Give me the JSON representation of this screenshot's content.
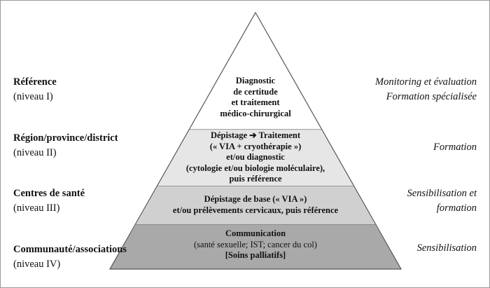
{
  "levels": [
    {
      "title": "Référence",
      "sub": "(niveau I)",
      "right": [
        "Monitoring et évaluation",
        "Formation spécialisée"
      ]
    },
    {
      "title": "Région/province/district",
      "sub": "(niveau II)",
      "right": [
        "Formation"
      ]
    },
    {
      "title": "Centres de santé",
      "sub": "(niveau III)",
      "right": [
        "Sensibilisation et",
        "formation"
      ]
    },
    {
      "title": "Communauté/associations",
      "sub": "(niveau IV)",
      "right": [
        "Sensibilisation"
      ]
    }
  ],
  "pyramid": {
    "tier1": [
      "Diagnostic",
      "de certitude",
      "et traitement",
      "médico-chirurgical"
    ],
    "tier2": {
      "line1_left": "Dépistage",
      "line1_arrow": "➔",
      "line1_right": "Traitement",
      "lines": [
        "(« VIA + cryothérapie »)",
        "et/ou diagnostic",
        "(cytologie et/ou biologie moléculaire),",
        "puis référence"
      ]
    },
    "tier3": [
      "Dépistage de base (« VIA »)",
      "et/ou prélèvements cervicaux, puis référence"
    ],
    "tier4": {
      "title": "Communication",
      "detail": "(santé sexuelle; IST; cancer du col)",
      "palliative": "[Soins palliatifs]"
    }
  },
  "colors": {
    "tier1": "#ffffff",
    "tier2": "#e6e6e6",
    "tier3": "#d0d0d0",
    "tier4": "#a9a9a9",
    "outline": "#555555"
  }
}
